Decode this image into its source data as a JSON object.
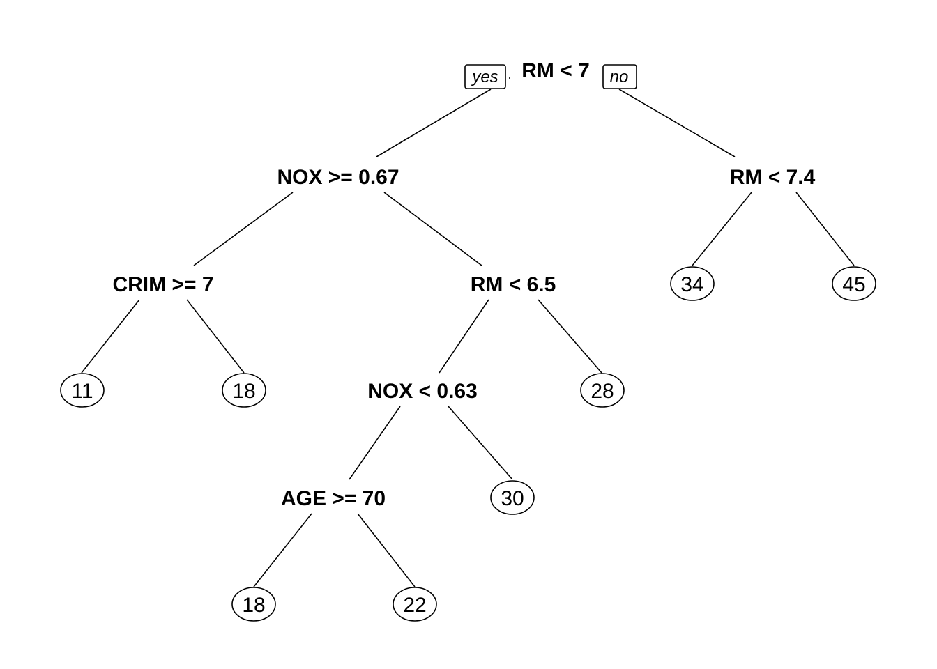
{
  "tree": {
    "branch_labels": {
      "yes": "yes",
      "no": "no"
    },
    "nodes": [
      {
        "id": "root",
        "label": "RM < 7",
        "type": "split"
      },
      {
        "id": "n2",
        "label": "NOX >= 0.67",
        "type": "split"
      },
      {
        "id": "n3",
        "label": "RM < 7.4",
        "type": "split"
      },
      {
        "id": "n4",
        "label": "CRIM >= 7",
        "type": "split"
      },
      {
        "id": "n5",
        "label": "RM < 6.5",
        "type": "split"
      },
      {
        "id": "n8",
        "label": "11",
        "type": "leaf"
      },
      {
        "id": "n9",
        "label": "18",
        "type": "leaf"
      },
      {
        "id": "n10",
        "label": "NOX < 0.63",
        "type": "split"
      },
      {
        "id": "n11",
        "label": "28",
        "type": "leaf"
      },
      {
        "id": "n20",
        "label": "AGE >= 70",
        "type": "split"
      },
      {
        "id": "n21",
        "label": "30",
        "type": "leaf"
      },
      {
        "id": "n40",
        "label": "18",
        "type": "leaf"
      },
      {
        "id": "n41",
        "label": "22",
        "type": "leaf"
      },
      {
        "id": "n6",
        "label": "34",
        "type": "leaf"
      },
      {
        "id": "n7",
        "label": "45",
        "type": "leaf"
      }
    ],
    "edges": [
      {
        "from": "root",
        "to": "n2"
      },
      {
        "from": "root",
        "to": "n3"
      },
      {
        "from": "n2",
        "to": "n4"
      },
      {
        "from": "n2",
        "to": "n5"
      },
      {
        "from": "n4",
        "to": "n8"
      },
      {
        "from": "n4",
        "to": "n9"
      },
      {
        "from": "n5",
        "to": "n10"
      },
      {
        "from": "n5",
        "to": "n11"
      },
      {
        "from": "n10",
        "to": "n20"
      },
      {
        "from": "n10",
        "to": "n21"
      },
      {
        "from": "n20",
        "to": "n40"
      },
      {
        "from": "n20",
        "to": "n41"
      },
      {
        "from": "n3",
        "to": "n6"
      },
      {
        "from": "n3",
        "to": "n7"
      }
    ]
  }
}
